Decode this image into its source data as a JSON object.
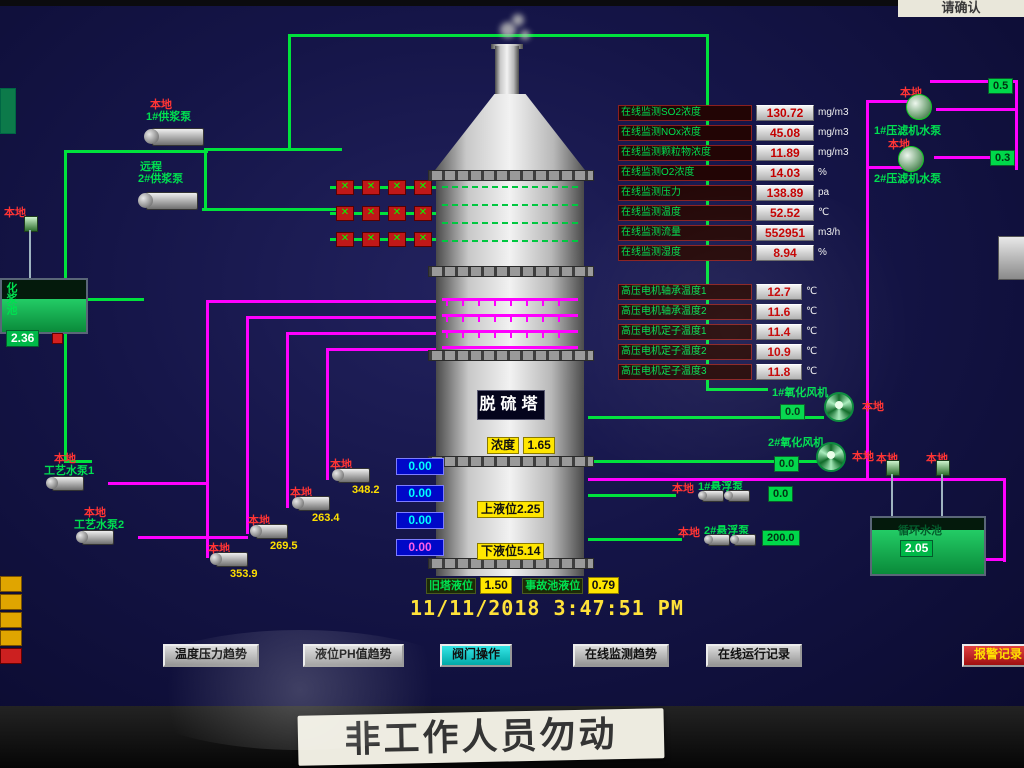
{
  "photo": {
    "top_note": "请确认",
    "bezel_label": "非工作人员勿动"
  },
  "datetime": "11/11/2018 3:47:51 PM",
  "labels": {
    "local": "本地",
    "remote": "远程"
  },
  "icons": {
    "valve_closed": "✕"
  },
  "tower": {
    "name": "脱硫塔",
    "density_label": "浓度",
    "density_value": "1.65",
    "upper_level_label": "上液位",
    "upper_level_value": "2.25",
    "lower_level_label": "下液位",
    "lower_level_value": "5.14",
    "old_tower_label": "旧塔液位",
    "old_tower_value": "1.50",
    "accident_pool_label": "事故池液位",
    "accident_pool_value": "0.79"
  },
  "spray_flows": [
    "0.00",
    "0.00",
    "0.00",
    "0.00"
  ],
  "monitoring": [
    {
      "label": "在线监测SO2浓度",
      "value": "130.72",
      "unit": "mg/m3"
    },
    {
      "label": "在线监测NOx浓度",
      "value": "45.08",
      "unit": "mg/m3"
    },
    {
      "label": "在线监测颗粒物浓度",
      "value": "11.89",
      "unit": "mg/m3"
    },
    {
      "label": "在线监测O2浓度",
      "value": "14.03",
      "unit": "%"
    },
    {
      "label": "在线监测压力",
      "value": "138.89",
      "unit": "pa"
    },
    {
      "label": "在线监测温度",
      "value": "52.52",
      "unit": "℃"
    },
    {
      "label": "在线监测流量",
      "value": "552951",
      "unit": "m3/h"
    },
    {
      "label": "在线监测湿度",
      "value": "8.94",
      "unit": "%"
    }
  ],
  "motor_temps": [
    {
      "label": "高压电机轴承温度1",
      "value": "12.7",
      "unit": "℃"
    },
    {
      "label": "高压电机轴承温度2",
      "value": "11.6",
      "unit": "℃"
    },
    {
      "label": "高压电机定子温度1",
      "value": "11.4",
      "unit": "℃"
    },
    {
      "label": "高压电机定子温度2",
      "value": "10.9",
      "unit": "℃"
    },
    {
      "label": "高压电机定子温度3",
      "value": "11.8",
      "unit": "℃"
    }
  ],
  "left": {
    "slurry_pump1_label": "1#供浆泵",
    "slurry_pump2_label": "2#供浆泵",
    "slurry_tank_label": "化浆池",
    "slurry_tank_value": "2.36",
    "process_pump1_label": "工艺水泵1",
    "process_pump2_label": "工艺水泵2"
  },
  "circ_pump_values": [
    "348.2",
    "263.4",
    "269.5",
    "353.9"
  ],
  "right": {
    "press_pump1_label": "1#压滤机水泵",
    "press_pump1_value": "0.5",
    "press_pump2_label": "2#压滤机水泵",
    "press_pump2_value": "0.3",
    "fan1_label": "1#氧化风机",
    "fan1_value": "0.0",
    "fan2_label": "2#氧化风机",
    "fan2_value": "0.0",
    "susp_pump1_label": "1#悬浮泵",
    "susp_pump1_value": "0.0",
    "susp_pump2_label": "2#悬浮泵",
    "susp_pump2_value": "200.0",
    "tank_label": "循环水池",
    "tank_value": "2.05"
  },
  "buttons": [
    "温度压力趋势",
    "液位PH值趋势",
    "阀门操作",
    "在线监测趋势",
    "在线运行记录",
    "报警记录"
  ]
}
